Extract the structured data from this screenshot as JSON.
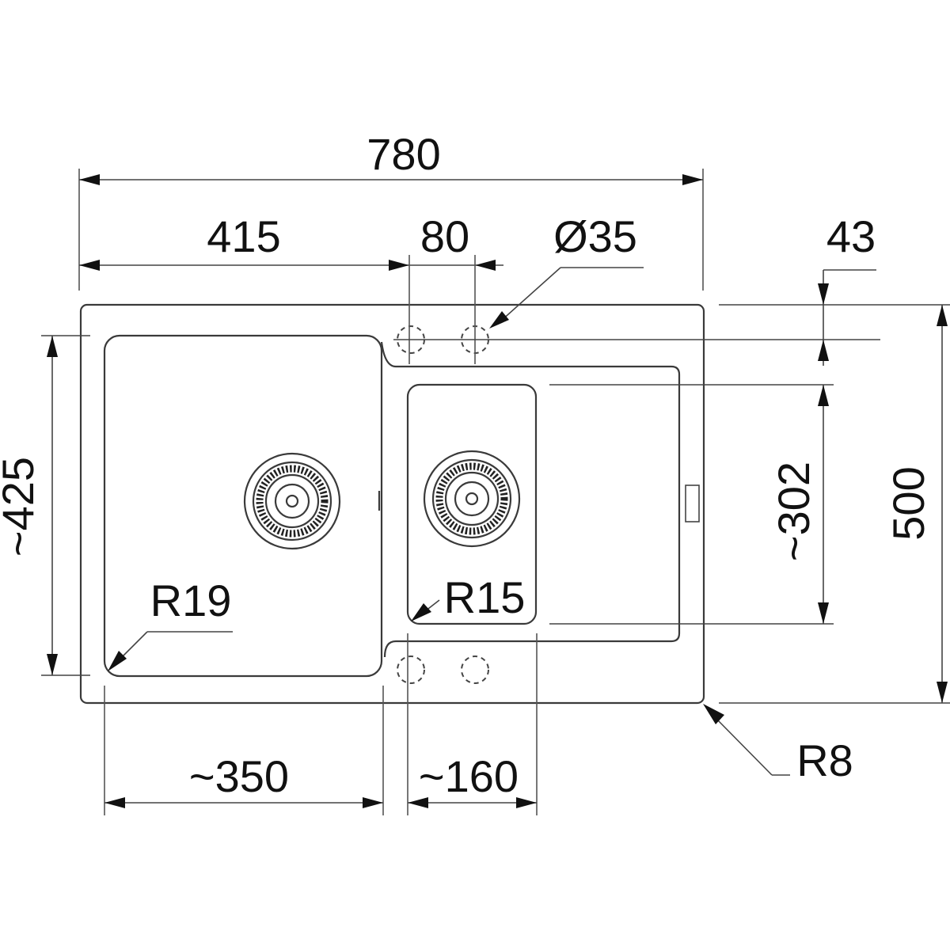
{
  "drawing": {
    "subject": "double bowl kitchen sink, top view",
    "units": "mm",
    "dimensions": {
      "overall_width": "780",
      "main_bowl_offset": "415",
      "tap_hole_spacing": "80",
      "tap_hole_diameter": "Ø35",
      "tap_hole_edge_offset": "43",
      "overall_depth": "500",
      "main_bowl_depth": "~425",
      "second_bowl_depth": "~302",
      "main_bowl_width": "~350",
      "second_bowl_width": "~160",
      "main_bowl_radius": "R19",
      "second_bowl_radius": "R15",
      "outer_corner_radius": "R8"
    },
    "colors": {
      "line": "#3a3a3a",
      "text": "#111111",
      "background": "#ffffff"
    }
  }
}
